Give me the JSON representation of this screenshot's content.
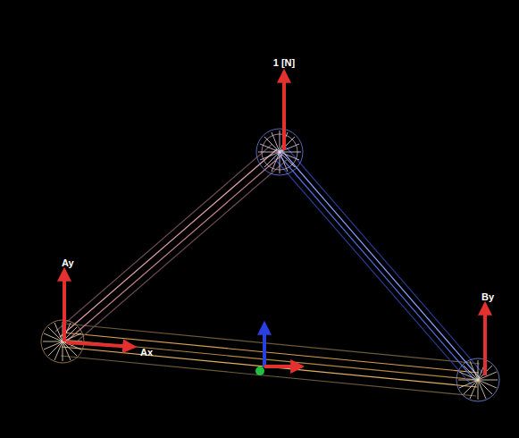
{
  "diagram": {
    "labels": [
      "1 [N]",
      "Ay",
      "Ax",
      "By"
    ]
  }
}
